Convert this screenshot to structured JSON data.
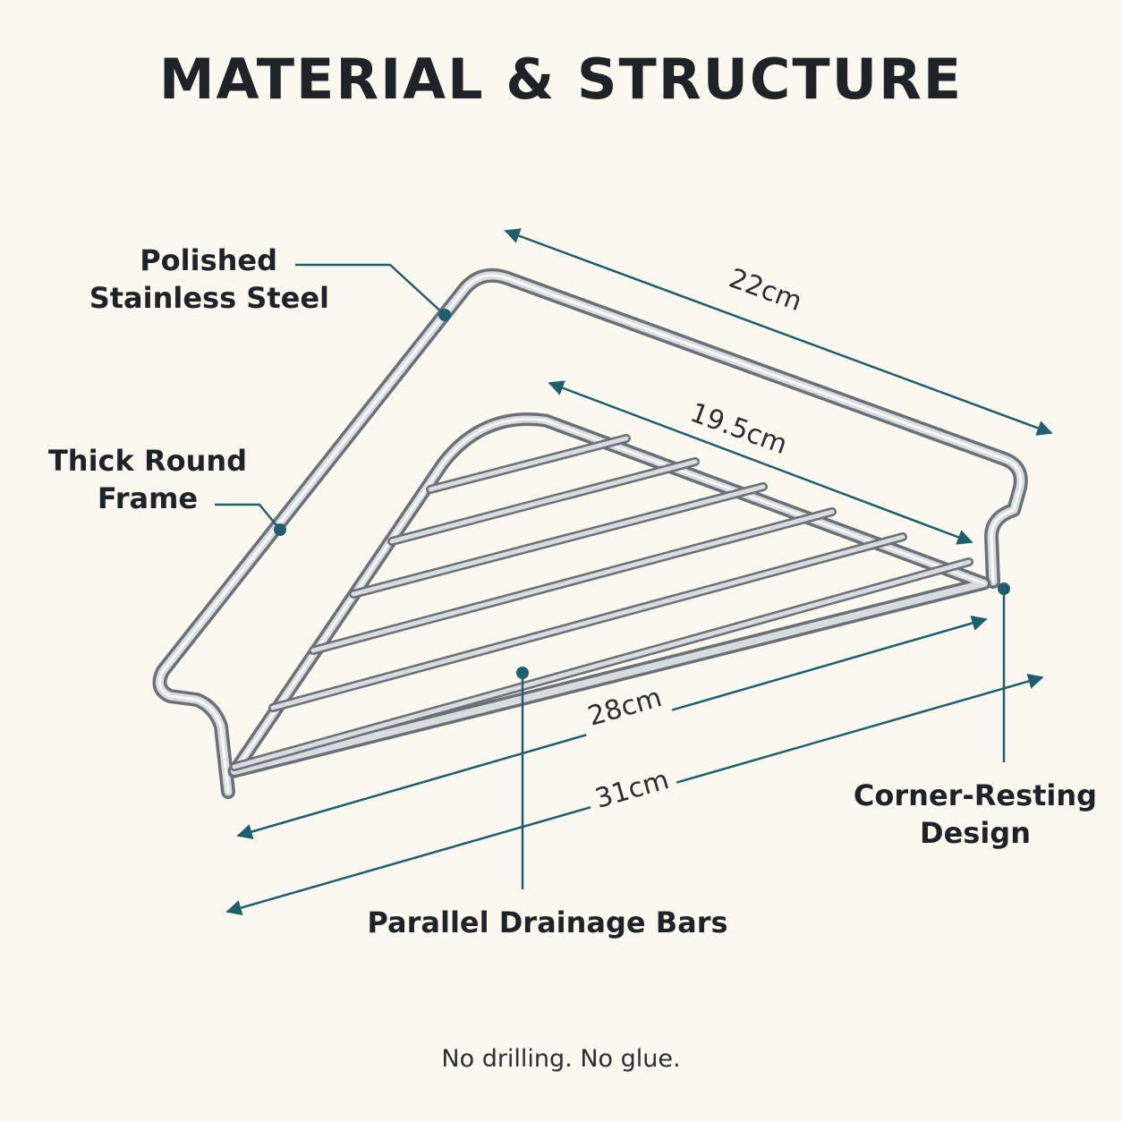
{
  "title": "MATERIAL & STRUCTURE",
  "labels": {
    "polished": [
      "Polished",
      "Stainless Steel"
    ],
    "frame": [
      "Thick Round",
      "Frame"
    ],
    "corner": [
      "Corner-Resting",
      "Design"
    ],
    "bars": "Parallel Drainage Bars"
  },
  "dimensions": {
    "outer_back": "22cm",
    "inner_back": "19.5cm",
    "inner_front": "28cm",
    "outer_front": "31cm"
  },
  "footer": "No drilling. No glue.",
  "colors": {
    "background": "#fbf8f0",
    "text": "#1f2328",
    "accent": "#1e5f6e",
    "steel": "#b9bdc2"
  }
}
